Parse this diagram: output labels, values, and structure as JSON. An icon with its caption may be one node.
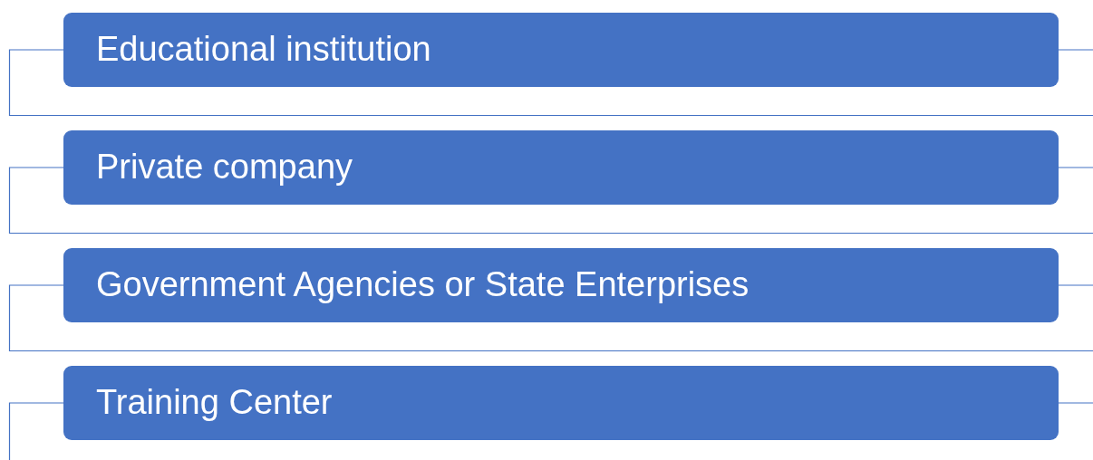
{
  "diagram": {
    "nodes": [
      {
        "text": [
          "Educational institution"
        ]
      },
      {
        "text": [
          "Private company"
        ]
      },
      {
        "text": [
          "Government Agencies or State Enterprises"
        ]
      },
      {
        "text": [
          "Training Center"
        ]
      }
    ]
  }
}
